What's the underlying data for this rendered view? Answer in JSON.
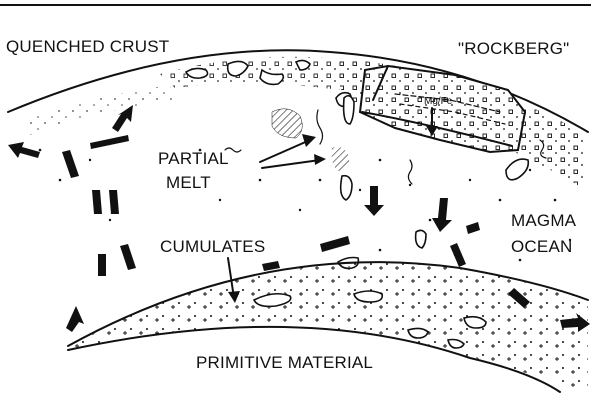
{
  "labels": {
    "quenched_crust": "QUENCHED CRUST",
    "rockberg": "\"ROCKBERG\"",
    "mg_fe": "Mg/Fe",
    "partial_melt_line1": "PARTIAL",
    "partial_melt_line2": "MELT",
    "magma_ocean_line1": "MAGMA",
    "magma_ocean_line2": "OCEAN",
    "cumulates": "CUMULATES",
    "primitive_material": "PRIMITIVE MATERIAL"
  },
  "colors": {
    "ink": "#111111",
    "paper": "#ffffff"
  }
}
